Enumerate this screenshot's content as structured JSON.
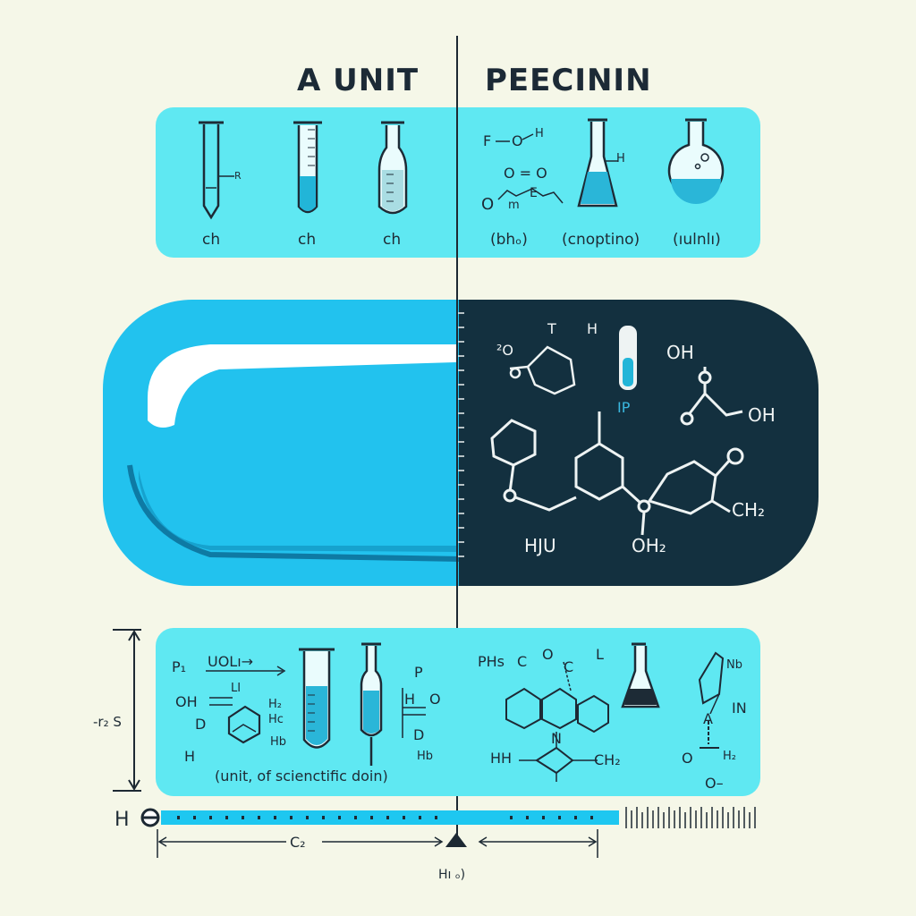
{
  "headings": {
    "left": "A  UNIT",
    "right": "PEECININ"
  },
  "top_panel": {
    "tube_labels": [
      "ch",
      "ch",
      "ch"
    ],
    "tube_side_mark": "R",
    "formula_labels": [
      "(bhₒ)",
      "(cnoptino)",
      "(ıulnlı)"
    ],
    "formula_bits": [
      "F",
      "O",
      "H",
      "O = O",
      "O",
      "m",
      "E",
      "H"
    ]
  },
  "capsule": {
    "dark_labels": [
      "²O",
      "T",
      "H",
      "IP",
      "OH",
      "OH",
      "CH₂",
      "HJU",
      "OH₂"
    ]
  },
  "bottom_panel": {
    "caption": "(unit, of scienctific doin)",
    "left_bits": [
      "P₁",
      "UOLı→",
      "OH",
      "LI",
      "D",
      "H",
      "H₂",
      "Hc",
      "Hb"
    ],
    "middle_bits": [
      "P",
      "H",
      "O",
      "D",
      "Hb"
    ],
    "right_bits": [
      "PHs",
      "C",
      "O",
      "C",
      "L",
      "HH",
      "N",
      "CH₂",
      "Nb",
      "IN",
      "A",
      "O",
      "H₂",
      "O–"
    ]
  },
  "side_scale": {
    "label": "-r₂ S"
  },
  "ruler": {
    "left_mark": "H",
    "dimension_label": "C₂",
    "bottom_label": "Hı ₒ)"
  },
  "colors": {
    "cyan_panel": "#5fe8f2",
    "capsule_cyan": "#1ec7f0",
    "capsule_dark": "#13303f",
    "background": "#f5f7e8"
  }
}
